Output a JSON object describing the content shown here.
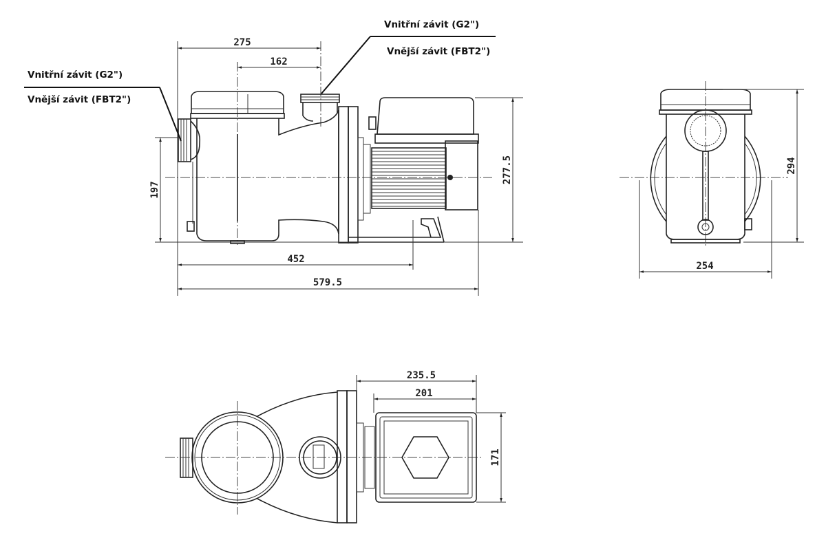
{
  "side_view": {
    "dims": {
      "d275": "275",
      "d162": "162",
      "d197": "197",
      "d277_5": "277.5",
      "d452": "452",
      "d579_5": "579.5"
    },
    "inlet_label": {
      "internal": "Vnitřní závit (G2\")",
      "external": "Vnější závit (FBT2\")"
    },
    "outlet_label": {
      "internal": "Vnitřní závit (G2\")",
      "external": "Vnější závit (FBT2\")"
    }
  },
  "front_view": {
    "dims": {
      "d294": "294",
      "d254": "254"
    }
  },
  "top_view": {
    "dims": {
      "d235_5": "235.5",
      "d201": "201",
      "d171": "171"
    }
  }
}
